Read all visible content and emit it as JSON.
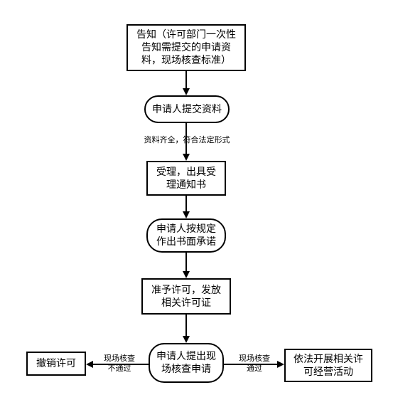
{
  "diagram": {
    "nodes": {
      "notify": "告知（许可部门一次性\n告知需提交的申请资\n料，现场核查标准）",
      "submit": "申请人提交资料",
      "accept": "受理，出具受\n理通知书",
      "commit": "申请人按规定\n作出书面承诺",
      "approve": "准予许可，发放\n相关许可证",
      "inspect": "申请人提出现\n场核查申请",
      "revoke": "撤销许可",
      "operate": "依法开展相关许\n可经营活动"
    },
    "edge_labels": {
      "complete": "资料齐全，符合法定形式",
      "fail": "现场核查\n不通过",
      "pass": "现场核查\n通过"
    }
  },
  "colors": {
    "line": "#000000",
    "background": "#ffffff"
  }
}
